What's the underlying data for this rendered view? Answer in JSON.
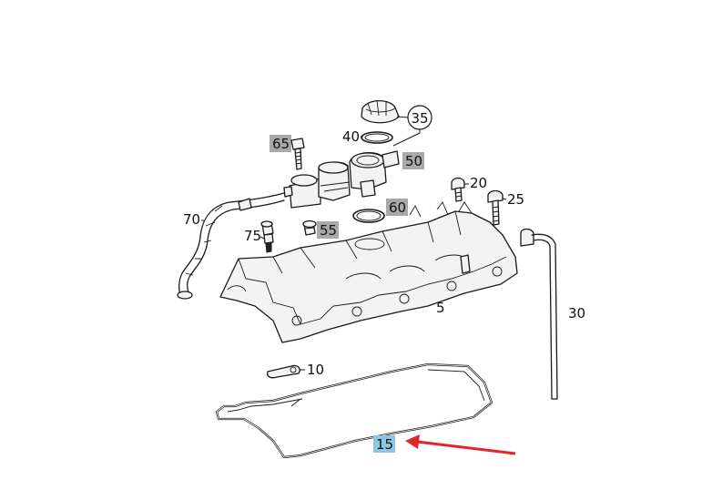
{
  "labels": {
    "p5": "5",
    "p10": "10",
    "p15": "15",
    "p20": "20",
    "p25": "25",
    "p30": "30",
    "p35": "35",
    "p40": "40",
    "p50": "50",
    "p55": "55",
    "p60": "60",
    "p65": "65",
    "p70": "70",
    "p75": "75"
  },
  "colors": {
    "highlight_gray": "#a9a9a9",
    "highlight_blue": "#8ec6e6",
    "arrow_red": "#e0262b",
    "line": "#1a1a1a"
  }
}
